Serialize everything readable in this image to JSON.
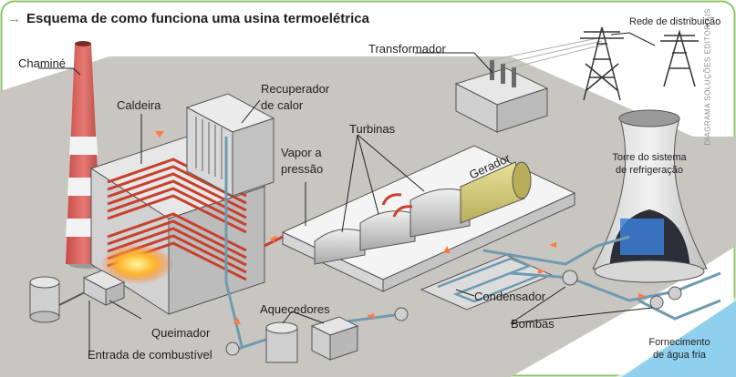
{
  "title": "Esquema de como funciona uma usina termoelétrica",
  "credit": "DIAGRAMA SOLUÇÕES EDITORIAIS",
  "labels": {
    "chimney": "Chaminé",
    "boiler": "Caldeira",
    "heat_recovery_1": "Recuperador",
    "heat_recovery_2": "de calor",
    "steam_1": "Vapor a",
    "steam_2": "pressão",
    "turbines": "Turbinas",
    "transformer": "Transformador",
    "generator": "Gerador",
    "grid": "Rede de distribuição",
    "cooling_1": "Torre do sistema",
    "cooling_2": "de refrigeração",
    "condenser": "Condensador",
    "pumps": "Bombas",
    "heaters": "Aquecedores",
    "burner": "Queimador",
    "fuel_inlet": "Entrada de combustível",
    "water_1": "Fornecimento",
    "water_2": "de água fria"
  },
  "colors": {
    "frame": "#8dc46b",
    "ground": "#c9c6c1",
    "water": "#8fd0ee",
    "pipe_hot": "#c8402d",
    "pipe_cold": "#6f9bb0",
    "accent": "#5aa84a"
  }
}
